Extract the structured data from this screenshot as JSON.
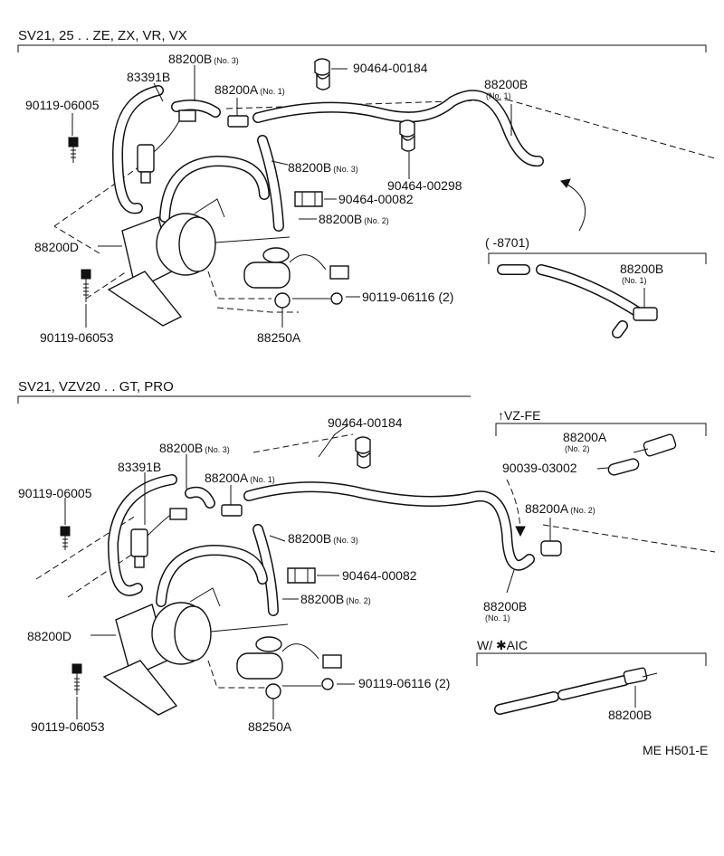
{
  "sections": [
    {
      "title": "SV21, 25 . . ZE, ZX, VR, VX",
      "labels": {
        "hose_no3_top": "88200B",
        "hose_no3_top_sub": "(No. 3)",
        "sensor": "83391B",
        "clamp_184": "90464-00184",
        "pipe_no1": "88200A",
        "pipe_no1_sub": "(No. 1)",
        "hose_no1": "88200B",
        "hose_no1_sub": "(No. 1)",
        "bolt_005": "90119-06005",
        "hose_no3_mid": "88200B",
        "hose_no3_mid_sub": "(No. 3)",
        "clamp_298": "90464-00298",
        "clamp_082": "90464-00082",
        "hose_no2": "88200B",
        "hose_no2_sub": "(No. 2)",
        "actuator": "88200D",
        "bolt_053": "90119-06053",
        "bolt_116": "90119-06116 (2)",
        "valve": "88250A"
      },
      "inset": {
        "title": "(      -8701)",
        "hose": "88200B",
        "hose_sub": "(No. 1)"
      }
    },
    {
      "title": "SV21, VZV20 . . GT, PRO",
      "labels": {
        "clamp_184": "90464-00184",
        "hose_no3_top": "88200B",
        "hose_no3_top_sub": "(No. 3)",
        "sensor": "83391B",
        "pipe_no1": "88200A",
        "pipe_no1_sub": "(No. 1)",
        "bolt_005": "90119-06005",
        "hose_no3_mid": "88200B",
        "hose_no3_mid_sub": "(No. 3)",
        "clamp_082": "90464-00082",
        "hose_no2": "88200B",
        "hose_no2_sub": "(No. 2)",
        "actuator": "88200D",
        "bolt_116": "90119-06116 (2)",
        "bolt_053": "90119-06053",
        "valve": "88250A"
      },
      "inset_vz": {
        "title": "↑VZ-FE",
        "pipe_no2": "88200A",
        "pipe_no2_sub": "(No. 2)",
        "bolt_002": "90039-03002",
        "pipe_no2_b": "88200A",
        "pipe_no2_b_sub": "(No. 2)",
        "hose_no1": "88200B",
        "hose_no1_sub": "(No. 1)"
      },
      "inset_aic": {
        "title": "W/ ✱AIC",
        "hose": "88200B"
      }
    }
  ],
  "footer": {
    "code": "ME H501-E"
  }
}
